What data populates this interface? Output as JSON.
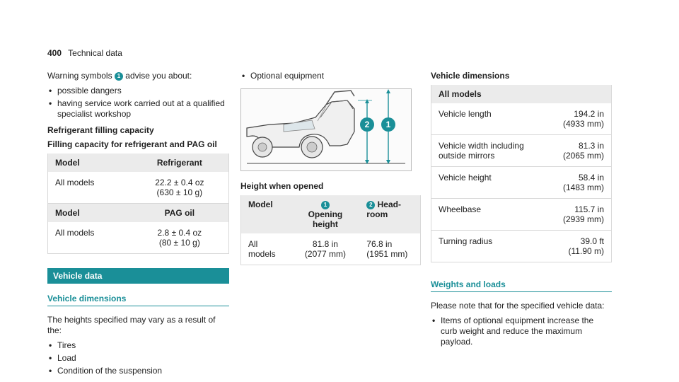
{
  "header": {
    "page_number": "400",
    "title": "Technical data"
  },
  "col1": {
    "warning_pre": "Warning symbols",
    "warning_badge": "1",
    "warning_post": "advise you about:",
    "warning_items": [
      "possible dangers",
      "having service work carried out at a qualified specialist workshop"
    ],
    "refrigerant_heading": "Refrigerant filling capacity",
    "filling_heading": "Filling capacity for refrigerant and PAG oil",
    "table1": {
      "h1": "Model",
      "h2": "Refrigerant",
      "r1": "All models",
      "v1a": "22.2 ± 0.4 oz",
      "v1b": "(630 ± 10 g)"
    },
    "table2": {
      "h1": "Model",
      "h2": "PAG oil",
      "r1": "All models",
      "v1a": "2.8 ± 0.4 oz",
      "v1b": "(80 ± 10 g)"
    },
    "vehicle_data_bar": "Vehicle data",
    "vehicle_dimensions_head": "Vehicle dimensions",
    "heights_text": "The heights specified may vary as a result of the:",
    "heights_items": [
      "Tires",
      "Load",
      "Condition of the suspension"
    ]
  },
  "col2": {
    "optional_item": "Optional equipment",
    "figure": {
      "badge1": "1",
      "badge2": "2"
    },
    "height_opened_heading": "Height when opened",
    "table": {
      "h_model": "Model",
      "h1_badge": "1",
      "h1": "Opening height",
      "h2_badge": "2",
      "h2": "Head-room",
      "r_model": "All models",
      "v1a": "81.8 in",
      "v1b": "(2077 mm)",
      "v2a": "76.8 in",
      "v2b": "(1951 mm)"
    }
  },
  "col3": {
    "vehicle_dimensions_heading": "Vehicle dimensions",
    "table_header": "All models",
    "rows": [
      {
        "label": "Vehicle length",
        "a": "194.2 in",
        "b": "(4933 mm)"
      },
      {
        "label": "Vehicle width including outside mirrors",
        "a": "81.3 in",
        "b": "(2065 mm)"
      },
      {
        "label": "Vehicle height",
        "a": "58.4 in",
        "b": "(1483 mm)"
      },
      {
        "label": "Wheelbase",
        "a": "115.7 in",
        "b": "(2939 mm)"
      },
      {
        "label": "Turning radius",
        "a": "39.0 ft",
        "b": "(11.90 m)"
      }
    ],
    "weights_head": "Weights and loads",
    "weights_text": "Please note that for the specified vehicle data:",
    "weights_items": [
      "Items of optional equipment increase the curb weight and reduce the maximum payload."
    ]
  },
  "colors": {
    "accent": "#1a8f98"
  }
}
